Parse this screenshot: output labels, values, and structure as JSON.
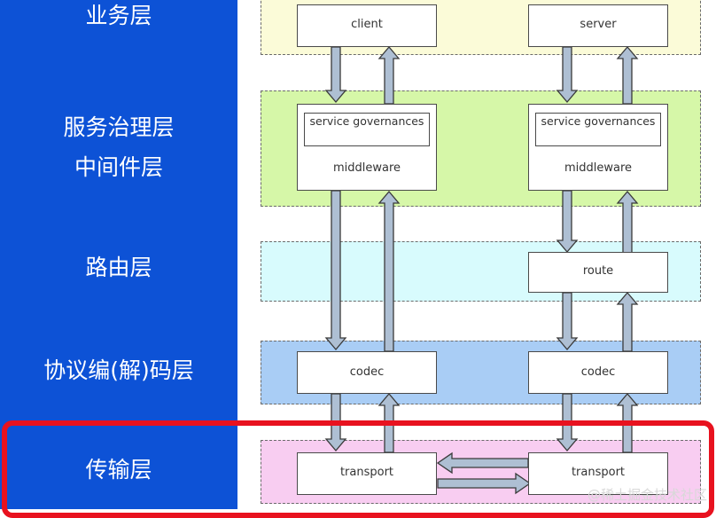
{
  "layers": [
    {
      "label": "业务层"
    },
    {
      "label": "服务治理层"
    },
    {
      "label": "中间件层"
    },
    {
      "label": "路由层"
    },
    {
      "label": "协议编(解)码层"
    },
    {
      "label": "传输层"
    }
  ],
  "colors": {
    "sidebar": "#0d52d6",
    "business": "#fbfbd8",
    "middleware": "#d6f7a8",
    "route": "#d8fbfd",
    "codec": "#a9cdf5",
    "transport": "#f8cdf1",
    "arrow": "#aebfd3",
    "highlight": "#e8121f"
  },
  "nodes": {
    "client": "client",
    "server": "server",
    "left_governance": "service governances",
    "left_middleware": "middleware",
    "right_governance": "service governances",
    "right_middleware": "middleware",
    "route": "route",
    "left_codec": "codec",
    "right_codec": "codec",
    "left_transport": "transport",
    "right_transport": "transport"
  },
  "watermark": "@稀土掘金技术社区"
}
